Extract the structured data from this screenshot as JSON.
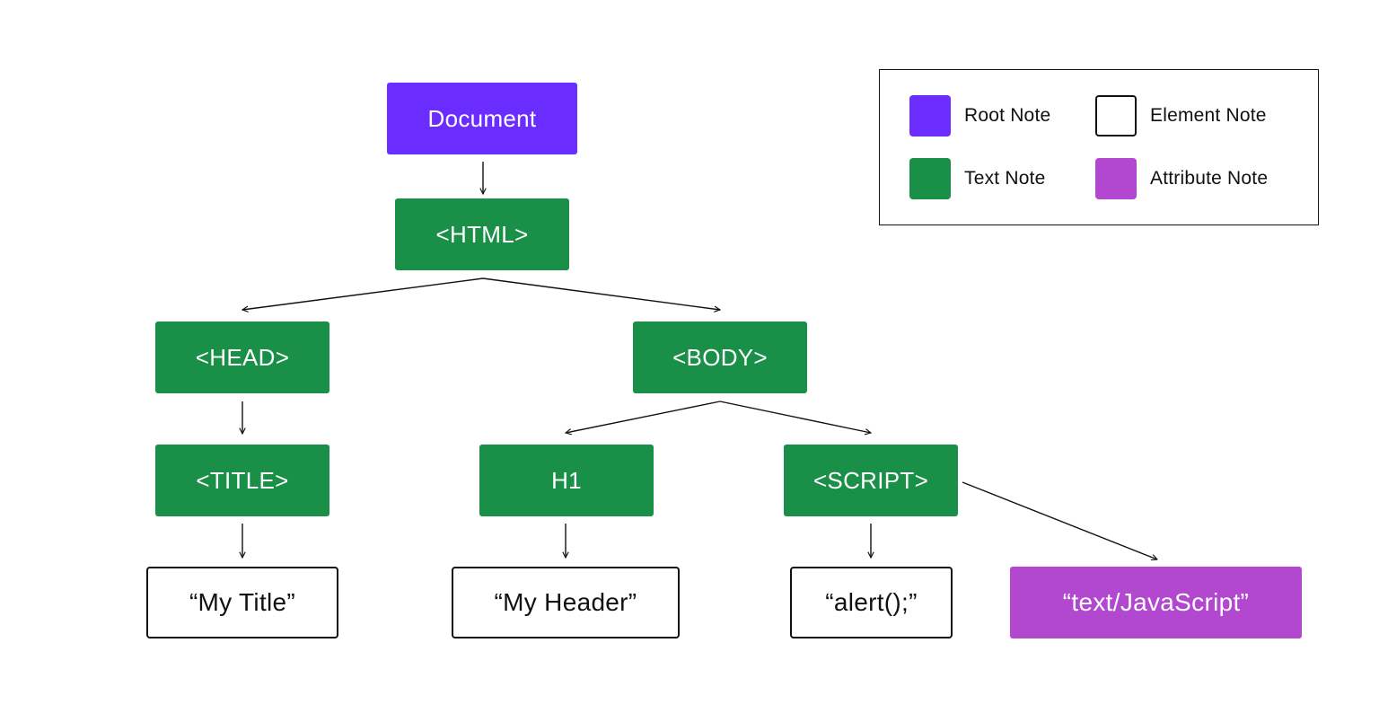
{
  "nodes": {
    "document": "Document",
    "html": "<HTML>",
    "head": "<HEAD>",
    "body": "<BODY>",
    "title": "<TITLE>",
    "h1": "H1",
    "script": "<SCRIPT>",
    "my_title": "“My Title”",
    "my_header": "“My Header”",
    "alert": "“alert();”",
    "js_type": "“text/JavaScript”"
  },
  "legend": {
    "root": "Root Note",
    "element": "Element Note",
    "text": "Text Note",
    "attribute": "Attribute Note"
  },
  "colors": {
    "root": "#6a2cff",
    "green": "#1a8f47",
    "attribute": "#b148cf",
    "outline": "#111111"
  }
}
